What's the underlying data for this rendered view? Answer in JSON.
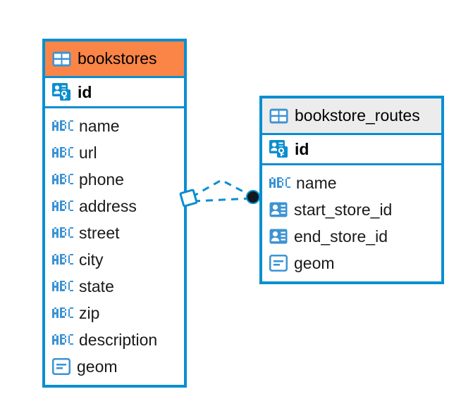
{
  "diagram": {
    "type": "entity-relationship-diagram",
    "background_color": "#ffffff",
    "accent_color": "#0a8ed0",
    "highlight_color": "#fa8547",
    "header_gray": "#ececec"
  },
  "tables": [
    {
      "id": "bookstores",
      "title": "bookstores",
      "title_icon": "table-icon",
      "header_style": "accent-orange",
      "primary_key": {
        "name": "id",
        "icon": "primary-key-icon"
      },
      "columns": [
        {
          "name": "name",
          "icon": "abc-text-icon"
        },
        {
          "name": "url",
          "icon": "abc-text-icon"
        },
        {
          "name": "phone",
          "icon": "abc-text-icon"
        },
        {
          "name": "address",
          "icon": "abc-text-icon"
        },
        {
          "name": "street",
          "icon": "abc-text-icon"
        },
        {
          "name": "city",
          "icon": "abc-text-icon"
        },
        {
          "name": "state",
          "icon": "abc-text-icon"
        },
        {
          "name": "zip",
          "icon": "abc-text-icon"
        },
        {
          "name": "description",
          "icon": "abc-text-icon"
        },
        {
          "name": "geom",
          "icon": "geometry-icon"
        }
      ]
    },
    {
      "id": "bookstore_routes",
      "title": "bookstore_routes",
      "title_icon": "table-icon",
      "header_style": "accent-gray",
      "primary_key": {
        "name": "id",
        "icon": "primary-key-icon"
      },
      "columns": [
        {
          "name": "name",
          "icon": "abc-text-icon"
        },
        {
          "name": "start_store_id",
          "icon": "foreign-key-icon"
        },
        {
          "name": "end_store_id",
          "icon": "foreign-key-icon"
        },
        {
          "name": "geom",
          "icon": "geometry-icon"
        }
      ]
    }
  ],
  "relationship": {
    "from": "bookstores",
    "to": "bookstore_routes",
    "line_style": "dashed",
    "source_endpoint": "diamond",
    "target_endpoint": "filled-circle",
    "line_color": "#0a8ed0",
    "target_color": "#101820"
  }
}
